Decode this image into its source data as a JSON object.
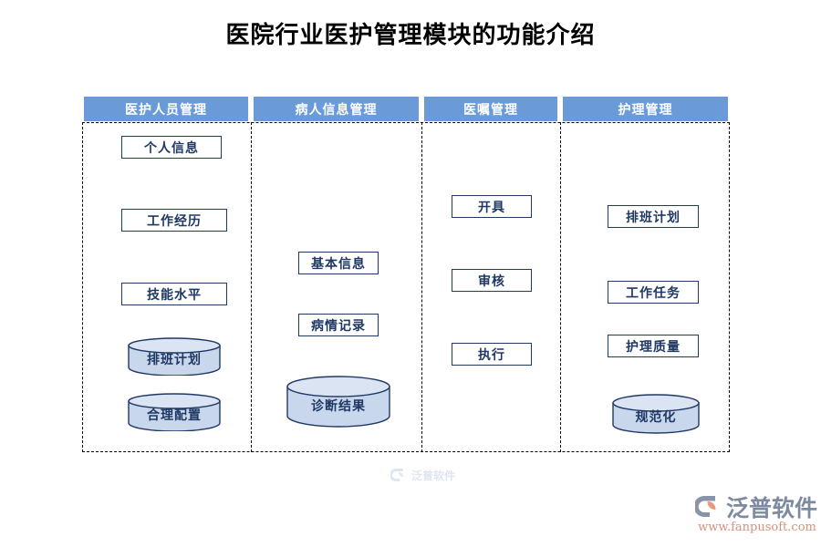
{
  "page": {
    "title": "医院行业医护管理模块的功能介绍"
  },
  "diagram": {
    "columns": [
      {
        "header": "医护人员管理",
        "boxes": [
          {
            "label": "个人信息"
          },
          {
            "label": "工作经历"
          },
          {
            "label": "技能水平"
          }
        ],
        "cylinders": [
          {
            "label": "排班计划"
          },
          {
            "label": "合理配置"
          }
        ]
      },
      {
        "header": "病人信息管理",
        "boxes": [
          {
            "label": "基本信息"
          },
          {
            "label": "病情记录"
          }
        ],
        "cylinders": [
          {
            "label": "诊断结果"
          }
        ]
      },
      {
        "header": "医嘱管理",
        "boxes": [
          {
            "label": "开具"
          },
          {
            "label": "审核"
          },
          {
            "label": "执行"
          }
        ],
        "cylinders": []
      },
      {
        "header": "护理管理",
        "boxes": [
          {
            "label": "排班计划"
          },
          {
            "label": "工作任务"
          },
          {
            "label": "护理质量"
          }
        ],
        "cylinders": [
          {
            "label": "规范化"
          }
        ]
      }
    ]
  },
  "watermark": {
    "text": "泛普软件"
  },
  "footer": {
    "brand": "泛普软件",
    "url": "www.fanpusoft.com"
  },
  "colors": {
    "header_blue": "#6a9bd8",
    "node_navy": "#1f3864",
    "cylinder_fill": "#c9d7ec",
    "cylinder_top": "#dbe4f3",
    "logo_gray": "#7e8aa2",
    "logo_orange": "#e89a7e",
    "url_color": "#d98f7a"
  }
}
